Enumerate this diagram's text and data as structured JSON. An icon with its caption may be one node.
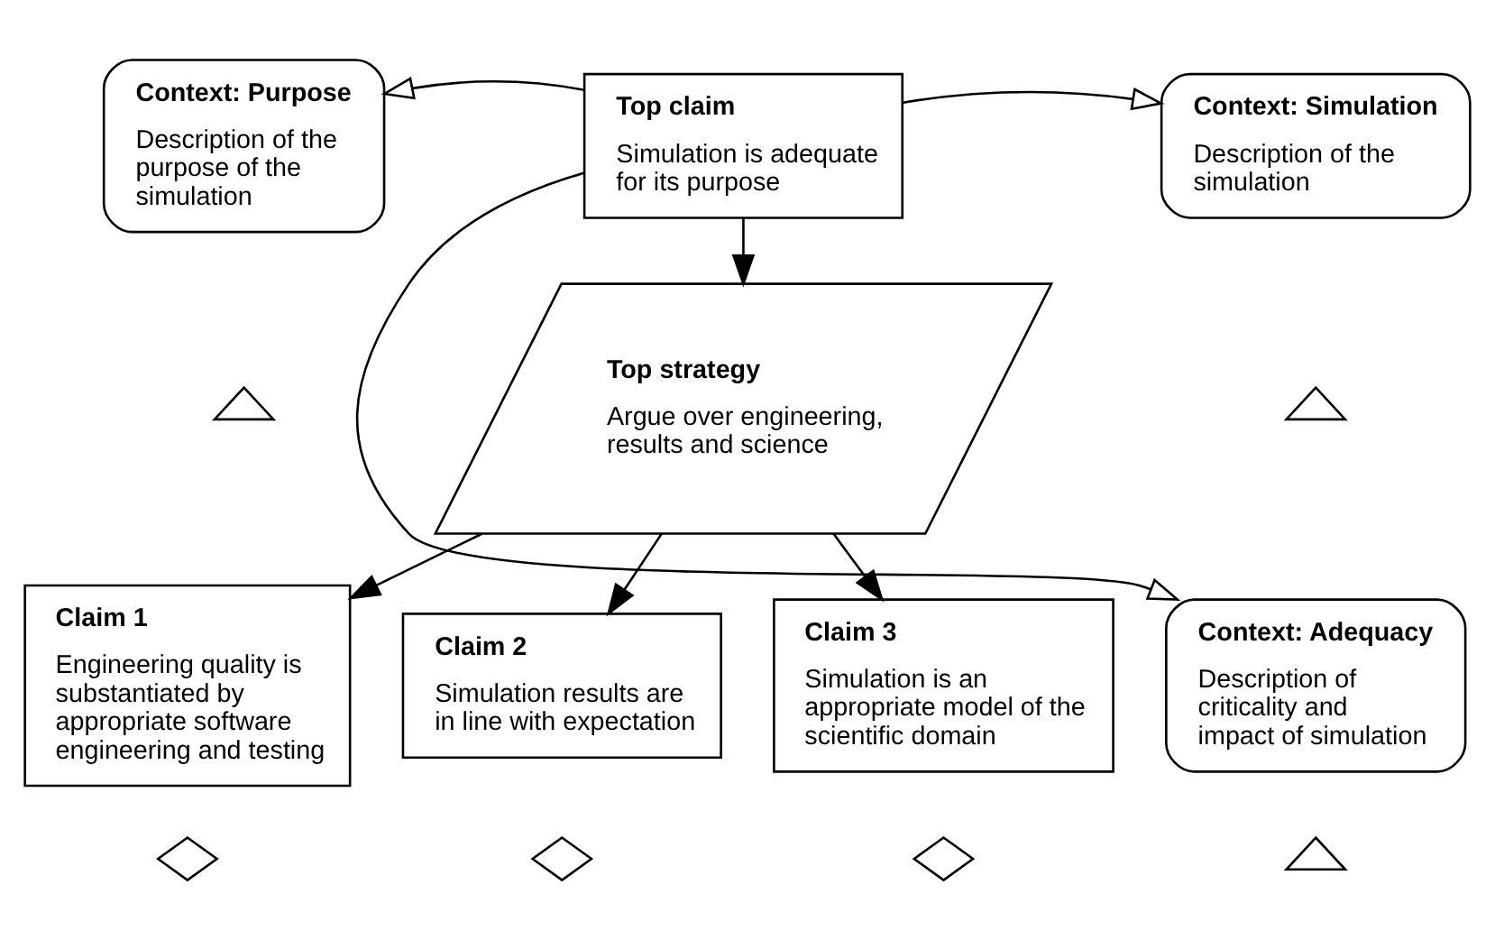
{
  "diagram": {
    "nodes": [
      {
        "text": [
          "Context: Purpose",
          "Description of the purpose of the simulation"
        ]
      },
      {
        "text": [
          "Top claim",
          "Simulation is adequate for its purpose"
        ]
      },
      {
        "text": [
          "Context: Simulation",
          "Description of the simulation"
        ]
      },
      {
        "text": [
          "Top strategy",
          "Argue over engineering, results and science"
        ]
      },
      {
        "text": [
          "Context: Adequacy",
          "Description of criticality and impact of simulation"
        ]
      },
      {
        "text": [
          "Claim 1",
          "Engineering quality is substantiated by appropriate software engineering and testing"
        ]
      },
      {
        "text": [
          "Claim 2",
          "Simulation results are in line with expectation"
        ]
      },
      {
        "text": [
          "Claim 3",
          "Simulation is an appropriate model of the scientific domain"
        ]
      },
      {
        "text": [],
        "shape": "triangle"
      },
      {
        "text": [],
        "shape": "triangle"
      },
      {
        "text": [],
        "shape": "triangle"
      },
      {
        "text": [],
        "shape": "diamond"
      },
      {
        "text": [],
        "shape": "diamond"
      },
      {
        "text": [],
        "shape": "diamond"
      }
    ],
    "edges": [
      {
        "from": 1,
        "to": 0,
        "arrow": "to"
      },
      {
        "from": 1,
        "to": 2,
        "arrow": "to"
      },
      {
        "from": 1,
        "to": 4,
        "arrow": "to"
      },
      {
        "from": 1,
        "to": 3,
        "arrow": "to"
      },
      {
        "from": 3,
        "to": 5,
        "arrow": "to"
      },
      {
        "from": 3,
        "to": 6,
        "arrow": "to"
      },
      {
        "from": 3,
        "to": 7,
        "arrow": "to"
      }
    ]
  }
}
